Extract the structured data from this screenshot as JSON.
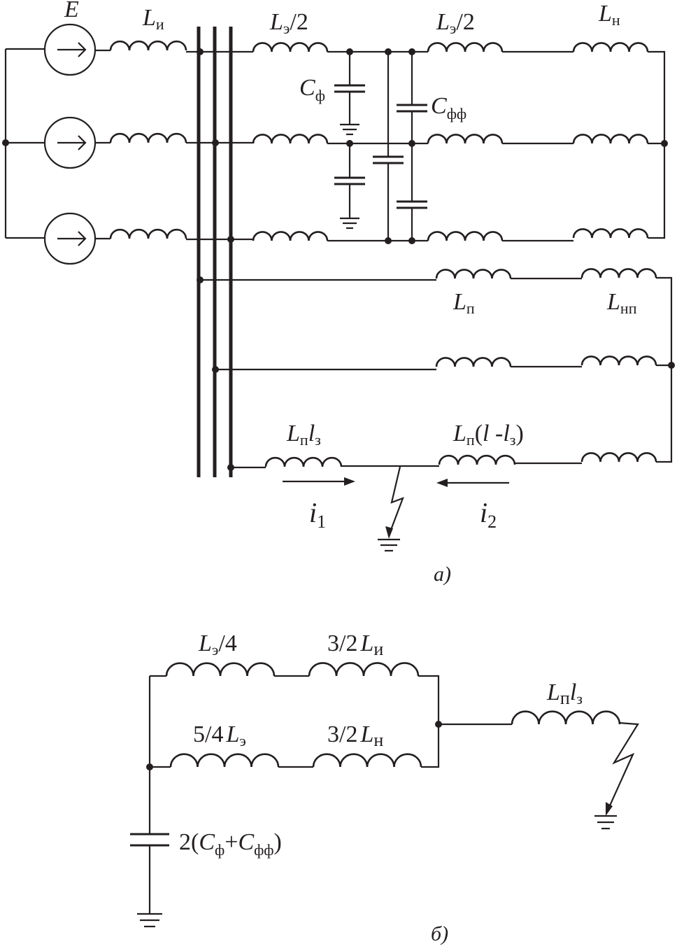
{
  "diagram_a": {
    "label_E": "E",
    "label_Li": {
      "main": "L",
      "sub": "и"
    },
    "label_Le2_left": {
      "main": "L",
      "sub": "э",
      "tail": "/2"
    },
    "label_Le2_right": {
      "main": "L",
      "sub": "э",
      "tail": "/2"
    },
    "label_Ln": {
      "main": "L",
      "sub": "н"
    },
    "label_Cf": {
      "main": "C",
      "sub": "ф"
    },
    "label_Cff": {
      "main": "C",
      "sub": "фф"
    },
    "label_Lp": {
      "main": "L",
      "sub": "п"
    },
    "label_Lnp": {
      "main": "L",
      "sub": "нп"
    },
    "label_Lplz": {
      "main": "L",
      "sub": "п",
      "main2": "l",
      "sub2": "з"
    },
    "label_Lp_rest": {
      "main": "L",
      "sub": "п",
      "open": "(",
      "l": "l",
      "minus": " -",
      "l2": "l",
      "sub2": "з",
      "close": ")"
    },
    "label_i1": {
      "main": "i",
      "sub": "1"
    },
    "label_i2": {
      "main": "i",
      "sub": "2"
    },
    "caption": "а)"
  },
  "diagram_b": {
    "label_Le4": {
      "main": "L",
      "sub": "э",
      "tail": "/4"
    },
    "label_32Li": {
      "pre": "3/2",
      "main": "L",
      "sub": "и"
    },
    "label_54Le": {
      "pre": "5/4",
      "main": "L",
      "sub": "э"
    },
    "label_32Ln": {
      "pre": "3/2",
      "main": "L",
      "sub": "н"
    },
    "label_Lplz": {
      "main": "L",
      "sub": "п",
      "main2": "l",
      "sub2": "з"
    },
    "label_C": {
      "pre": "2(",
      "c1": "C",
      "s1": "ф",
      "plus": "+",
      "c2": "C",
      "s2": "фф",
      "close": ")"
    },
    "caption": "б)"
  }
}
